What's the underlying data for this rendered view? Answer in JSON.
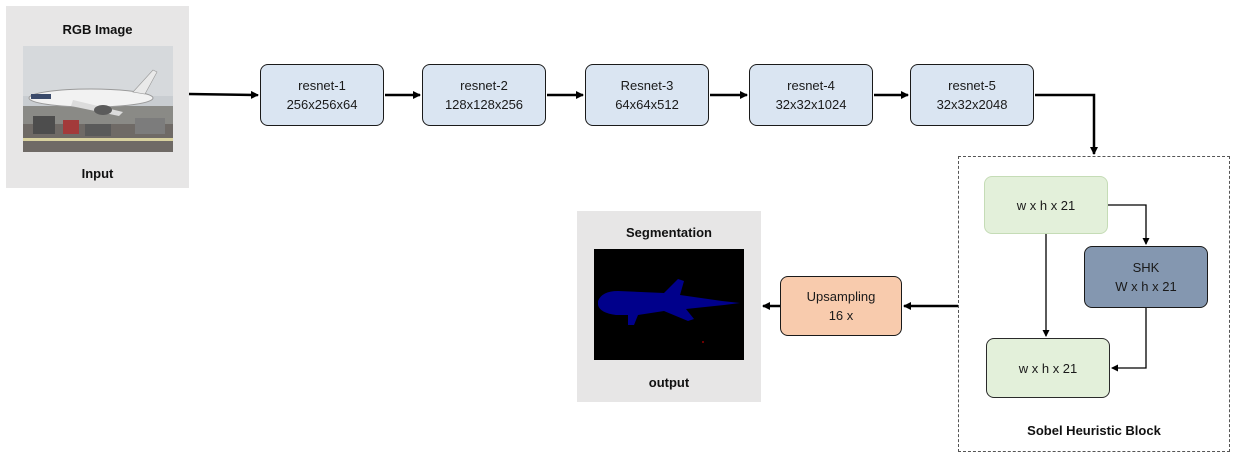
{
  "input_panel": {
    "title": "RGB Image",
    "caption": "Input"
  },
  "stages": [
    {
      "name": "resnet-1",
      "dims": "256x256x64"
    },
    {
      "name": "resnet-2",
      "dims": "128x128x256"
    },
    {
      "name": "Resnet-3",
      "dims": "64x64x512"
    },
    {
      "name": "resnet-4",
      "dims": "32x32x1024"
    },
    {
      "name": "resnet-5",
      "dims": "32x32x2048"
    }
  ],
  "sobel_block": {
    "caption": "Sobel Heuristic Block",
    "top_node": "w x h x 21",
    "shk_line1": "SHK",
    "shk_line2": "W x h x 21",
    "bottom_node": "w x h x 21"
  },
  "upsampling": {
    "line1": "Upsampling",
    "line2": "16 x"
  },
  "output_panel": {
    "title": "Segmentation",
    "caption": "output"
  },
  "colors": {
    "stage_fill": "#dae5f2",
    "sobel_node_fill": "#e3f0da",
    "shk_fill": "#8497b0",
    "upsampling_fill": "#f8cbad",
    "segmentation_object": "#00008b",
    "panel_fill": "#e7e6e6"
  }
}
